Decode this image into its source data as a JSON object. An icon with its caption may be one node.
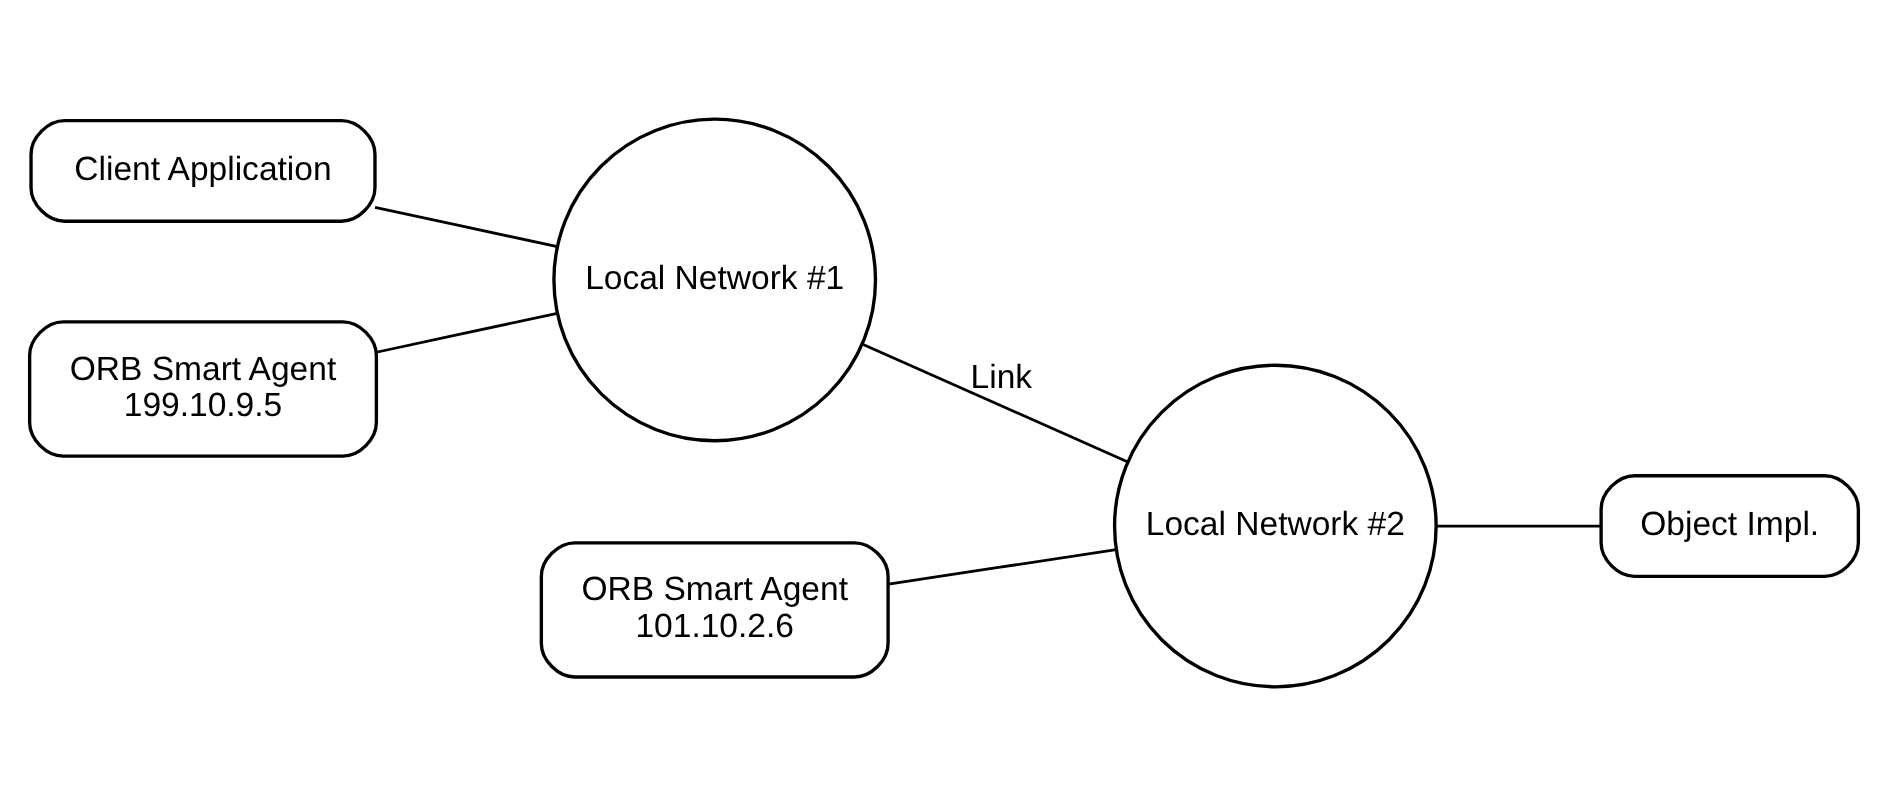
{
  "diagram": {
    "nodes": [
      {
        "text": [
          "Client Application"
        ]
      },
      {
        "text": [
          "ORB Smart Agent",
          "199.10.9.5"
        ]
      },
      {
        "text": [
          "Local Network #1"
        ]
      },
      {
        "text": [
          "ORB Smart Agent",
          "101.10.2.6"
        ]
      },
      {
        "text": [
          "Local Network #2"
        ]
      },
      {
        "text": [
          "Object Impl."
        ]
      }
    ],
    "edges": [
      {
        "from": 0,
        "to": 2,
        "arrow": "none"
      },
      {
        "from": 1,
        "to": 2,
        "arrow": "none"
      },
      {
        "from": 2,
        "to": 4,
        "arrow": "none",
        "label": "Link"
      },
      {
        "from": 3,
        "to": 4,
        "arrow": "none"
      },
      {
        "from": 4,
        "to": 5,
        "arrow": "none"
      }
    ]
  }
}
